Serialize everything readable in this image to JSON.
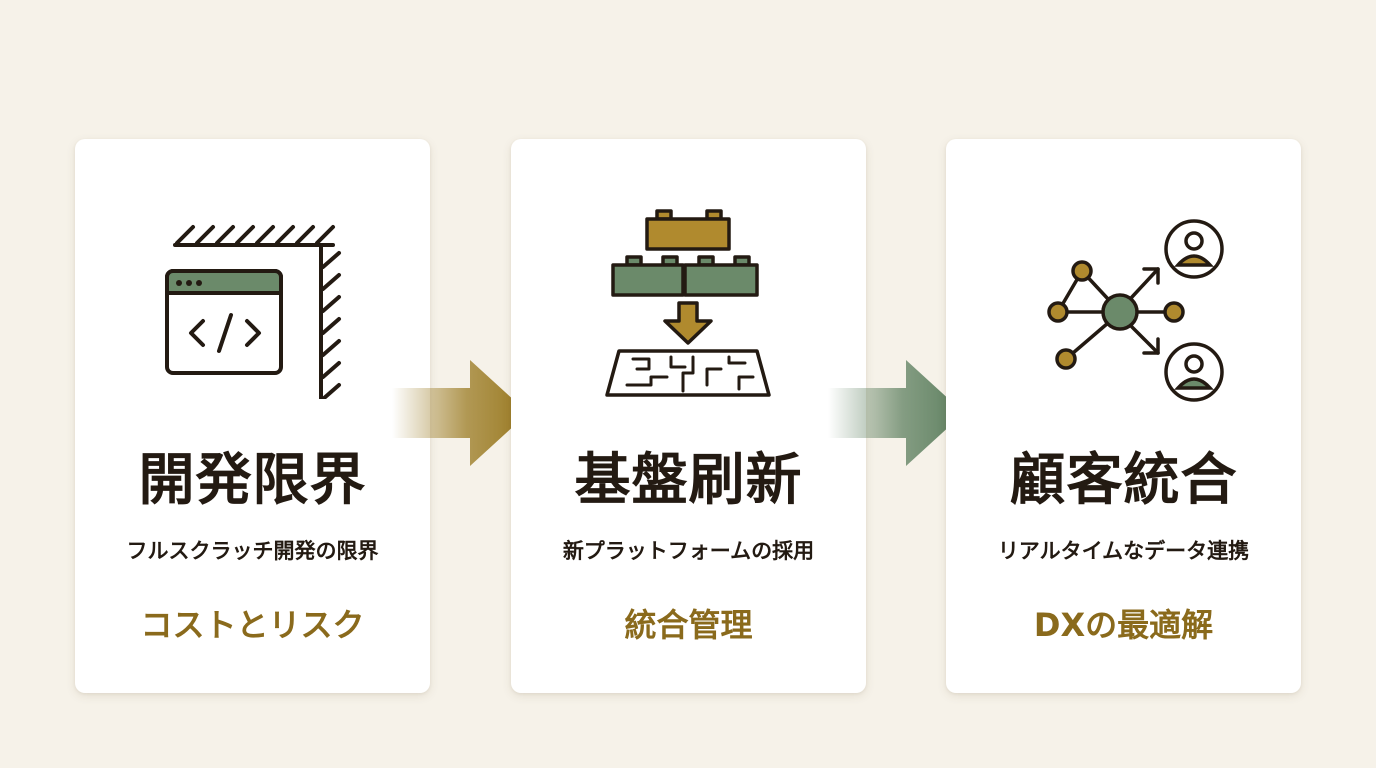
{
  "cards": [
    {
      "title": "開発限界",
      "subtitle": "フルスクラッチ開発の限界",
      "keyword": "コストとリスク",
      "icon": "code-window-wall-icon"
    },
    {
      "title": "基盤刷新",
      "subtitle": "新プラットフォームの採用",
      "keyword": "統合管理",
      "icon": "blocks-to-platform-icon"
    },
    {
      "title": "顧客統合",
      "subtitle": "リアルタイムなデータ連携",
      "keyword": "DXの最適解",
      "icon": "network-users-icon"
    }
  ],
  "colors": {
    "background": "#f6f2e9",
    "card": "#ffffff",
    "ink": "#231a12",
    "gold": "#8a6a1c",
    "gold_fill": "#b08a2e",
    "green_fill": "#6b8a6a",
    "arrow_gold": "#9a7a22",
    "arrow_green": "#5e8060"
  }
}
